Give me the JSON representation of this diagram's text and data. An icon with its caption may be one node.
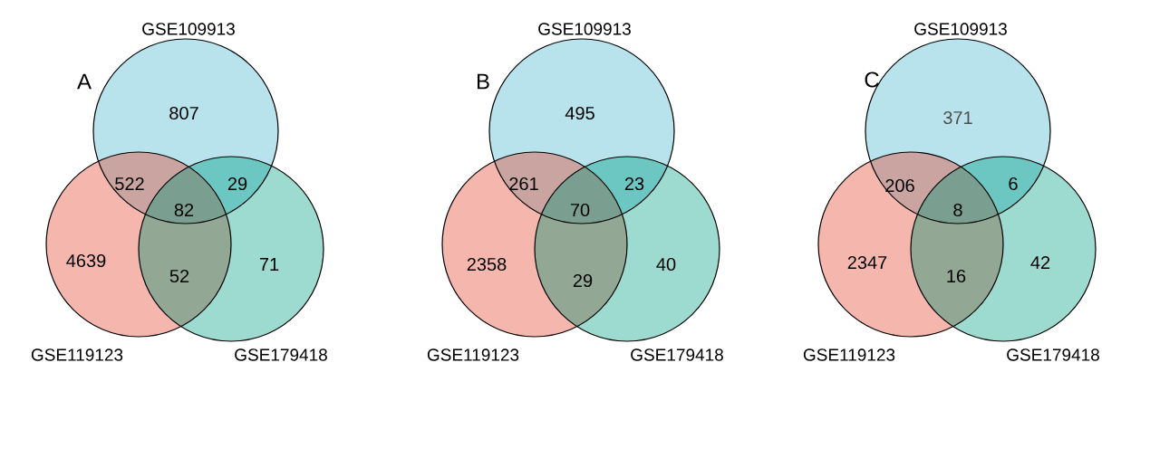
{
  "diagram": {
    "nodes": [
      {
        "text": [
          "GSE109913"
        ]
      },
      {
        "text": [
          "GSE119123"
        ]
      },
      {
        "text": [
          "GSE179418"
        ]
      },
      {
        "text": [
          "GSE109913"
        ]
      },
      {
        "text": [
          "GSE119123"
        ]
      },
      {
        "text": [
          "GSE179418"
        ]
      },
      {
        "text": [
          "GSE109913"
        ]
      },
      {
        "text": [
          "GSE119123"
        ]
      },
      {
        "text": [
          "GSE179418"
        ]
      }
    ],
    "labels": [
      "A",
      "807",
      "522",
      "29",
      "82",
      "4639",
      "52",
      "71",
      "B",
      "495",
      "261",
      "23",
      "70",
      "2358",
      "29",
      "40",
      "C",
      "371",
      "206",
      "6",
      "8",
      "2347",
      "16",
      "42"
    ]
  }
}
